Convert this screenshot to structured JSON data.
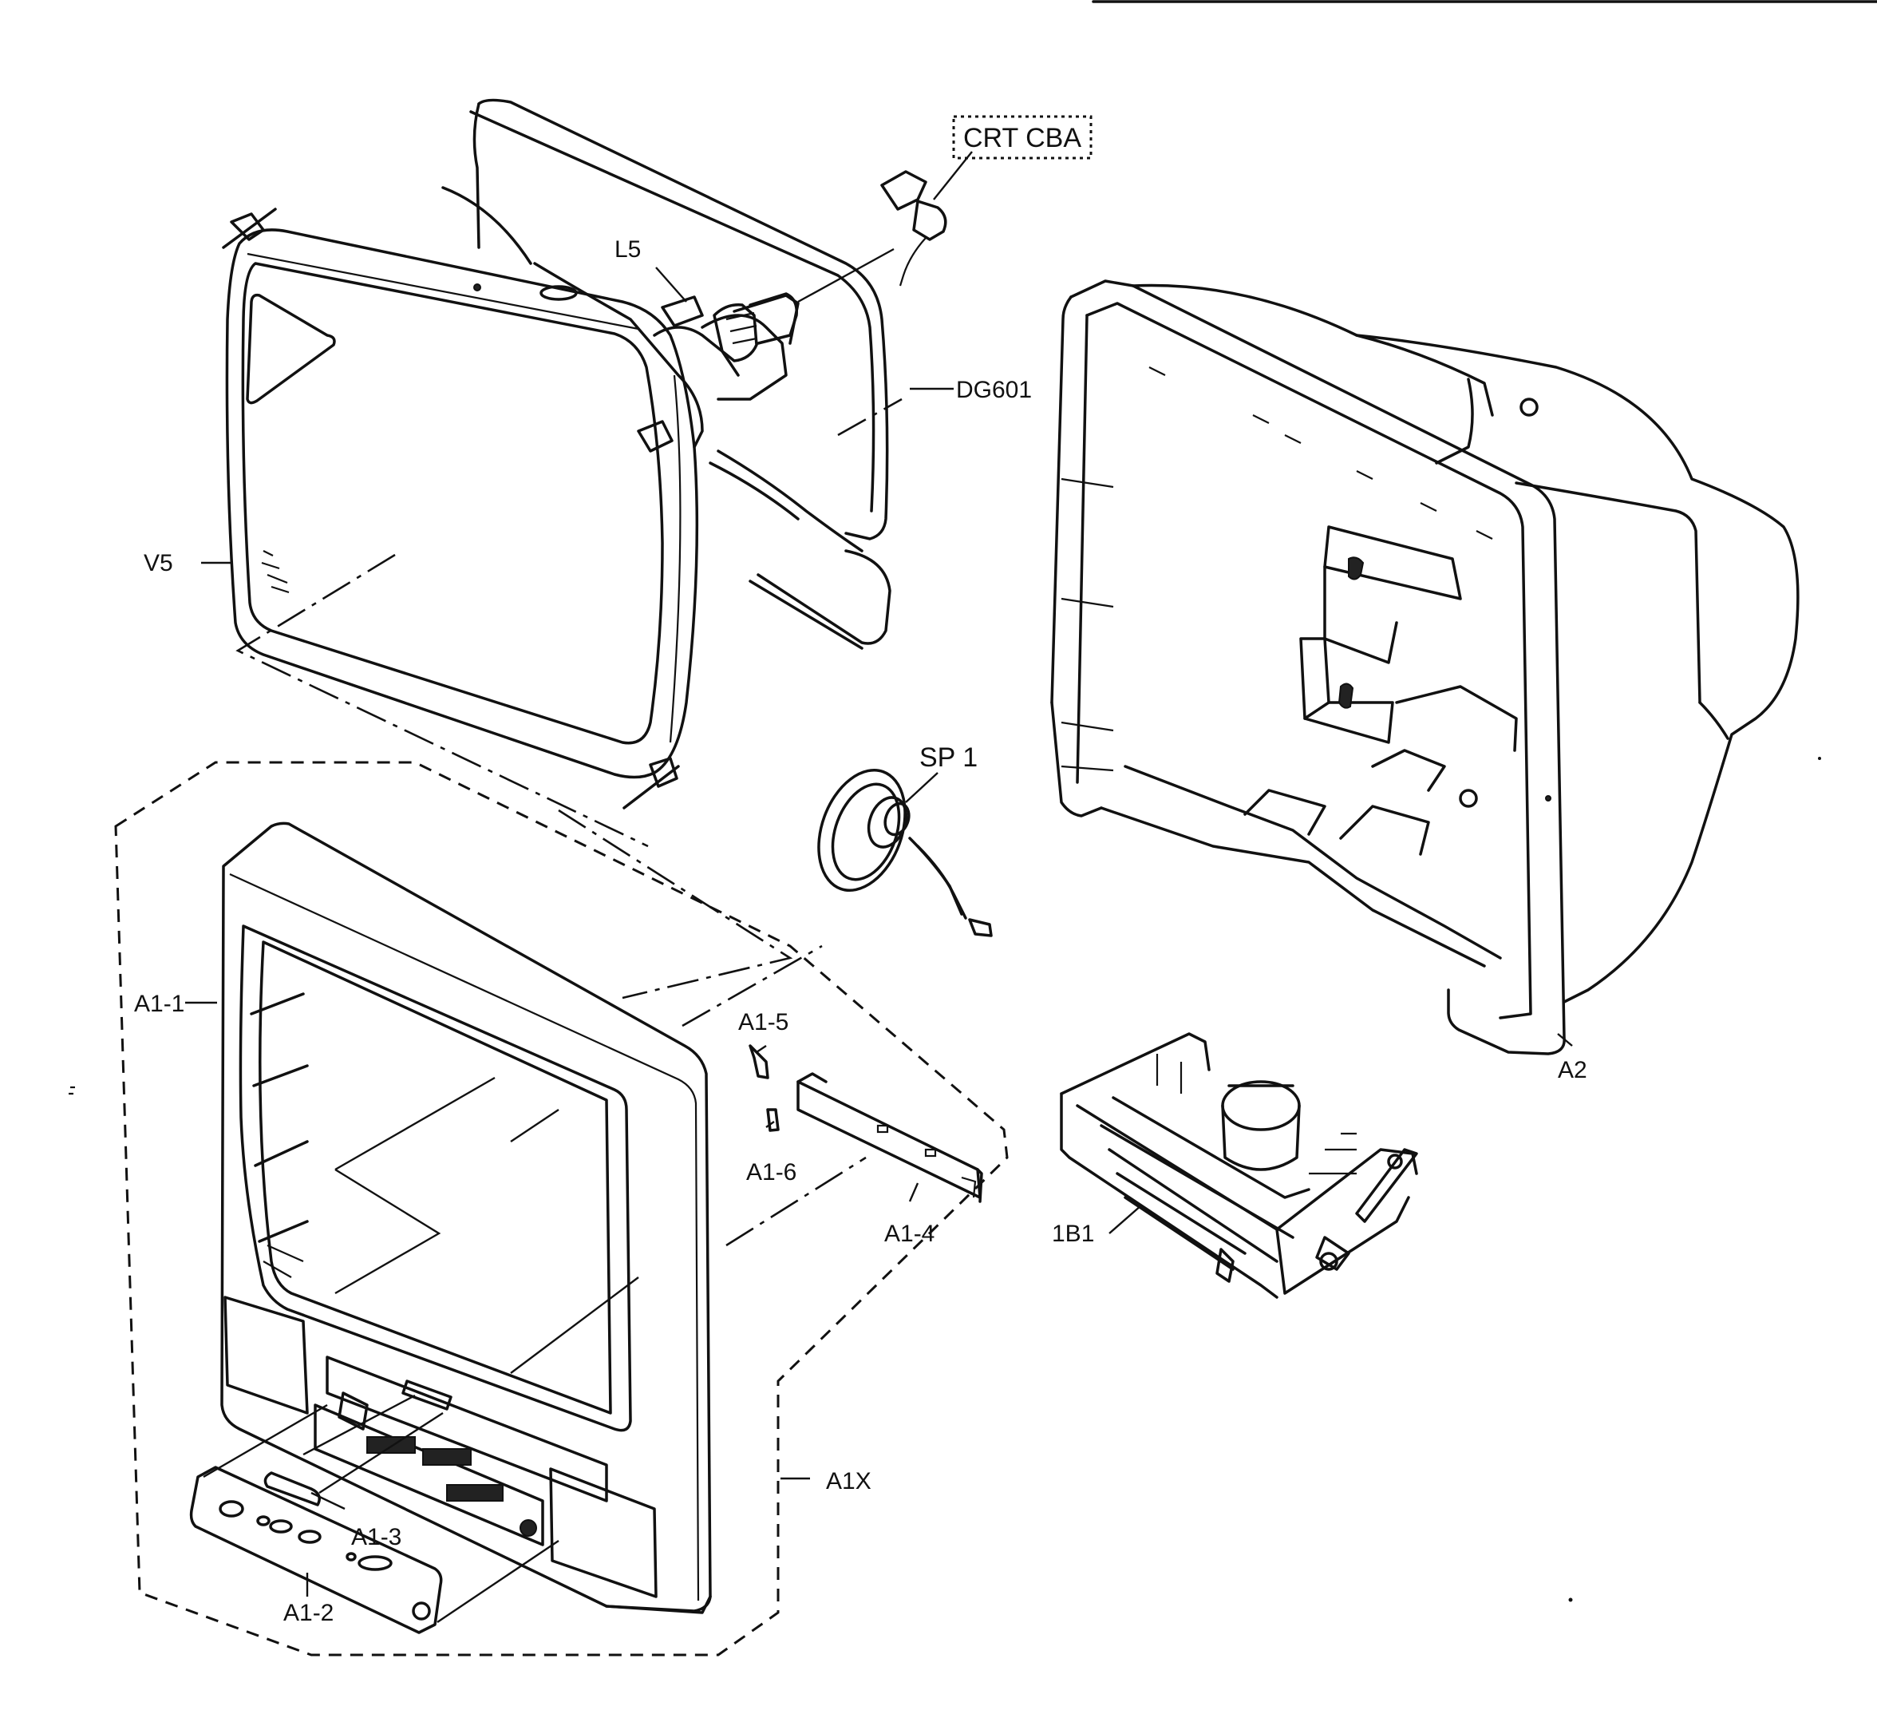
{
  "labels": {
    "crt_cba": "CRT CBA",
    "l5": "L5",
    "dg601": "DG601",
    "v5": "V5",
    "sp1": "SP 1",
    "a2": "A2",
    "a1_1": "A1-1",
    "a1_5": "A1-5",
    "a1_6": "A1-6",
    "a1_4": "A1-4",
    "b1": "1B1",
    "a1x": "A1X",
    "a1_3": "A1-3",
    "a1_2": "A1-2"
  }
}
